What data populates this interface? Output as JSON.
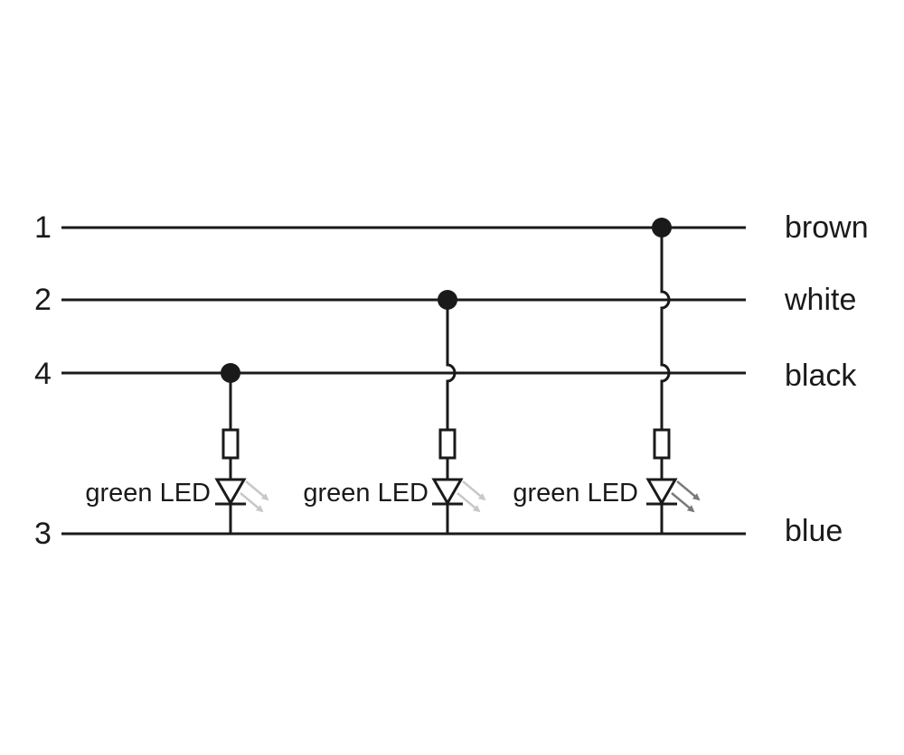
{
  "pins": [
    {
      "id": "p1",
      "label": "1",
      "wire": "brown"
    },
    {
      "id": "p2",
      "label": "2",
      "wire": "white"
    },
    {
      "id": "p4",
      "label": "4",
      "wire": "black"
    },
    {
      "id": "p3",
      "label": "3",
      "wire": "blue"
    }
  ],
  "branches": [
    {
      "id": "b1",
      "from_pin": "4",
      "to_pin": "3",
      "led_label": "green LED",
      "arrow_color": "#c8c8c8"
    },
    {
      "id": "b2",
      "from_pin": "2",
      "to_pin": "3",
      "led_label": "green LED",
      "arrow_color": "#c8c8c8"
    },
    {
      "id": "b3",
      "from_pin": "1",
      "to_pin": "3",
      "led_label": "green LED",
      "arrow_color": "#7a7a7a"
    }
  ],
  "colors": {
    "line": "#1a1a1a",
    "background": "#ffffff"
  }
}
